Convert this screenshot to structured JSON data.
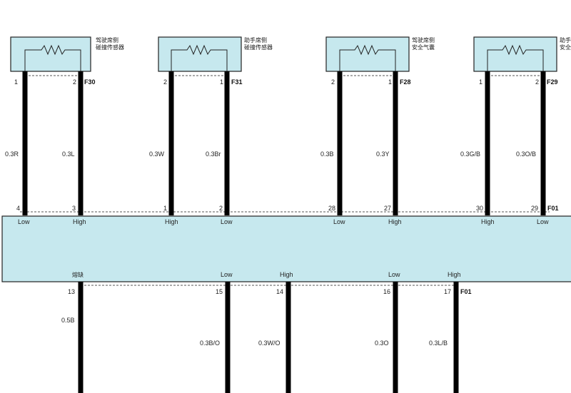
{
  "sensors": [
    {
      "id": "s1",
      "line1": "驾驶席侧",
      "line2": "碰撞传感器",
      "connector": "F30",
      "left_pin": "1",
      "right_pin": "2",
      "left_wire": "0.3R",
      "right_wire": "0.3L",
      "left_bottom_pin": "4",
      "right_bottom_pin": "3",
      "left_signal": "Low",
      "right_signal": "High"
    },
    {
      "id": "s2",
      "line1": "助手席侧",
      "line2": "碰撞传感器",
      "connector": "F31",
      "left_pin": "2",
      "right_pin": "1",
      "left_wire": "0.3W",
      "right_wire": "0.3Br",
      "left_bottom_pin": "1",
      "right_bottom_pin": "2",
      "left_signal": "High",
      "right_signal": "Low"
    },
    {
      "id": "s3",
      "line1": "驾驶席侧",
      "line2": "安全气囊",
      "connector": "F28",
      "left_pin": "2",
      "right_pin": "1",
      "left_wire": "0.3B",
      "right_wire": "0.3Y",
      "left_bottom_pin": "28",
      "right_bottom_pin": "27",
      "left_signal": "Low",
      "right_signal": "High"
    },
    {
      "id": "s4",
      "line1": "助手",
      "line2": "安全",
      "connector": "F29",
      "left_pin": "1",
      "right_pin": "2",
      "left_wire": "0.3G/B",
      "right_wire": "0.3O/B",
      "left_bottom_pin": "30",
      "right_bottom_pin": "29",
      "left_signal": "High",
      "right_signal": "Low"
    }
  ],
  "module": {
    "top_connector": "F01",
    "bottom_connector": "F01",
    "bottom_pins": [
      {
        "signal": "熔缺",
        "pin": "13",
        "wire": "0.5B"
      },
      {
        "signal": "Low",
        "pin": "15",
        "wire": "0.3B/O"
      },
      {
        "signal": "High",
        "pin": "14",
        "wire": "0.3W/O"
      },
      {
        "signal": "Low",
        "pin": "16",
        "wire": "0.3O"
      },
      {
        "signal": "High",
        "pin": "17",
        "wire": "0.3L/B"
      }
    ]
  },
  "colors": {
    "box_fill": "#c6e8ee",
    "wire": "#000000"
  }
}
